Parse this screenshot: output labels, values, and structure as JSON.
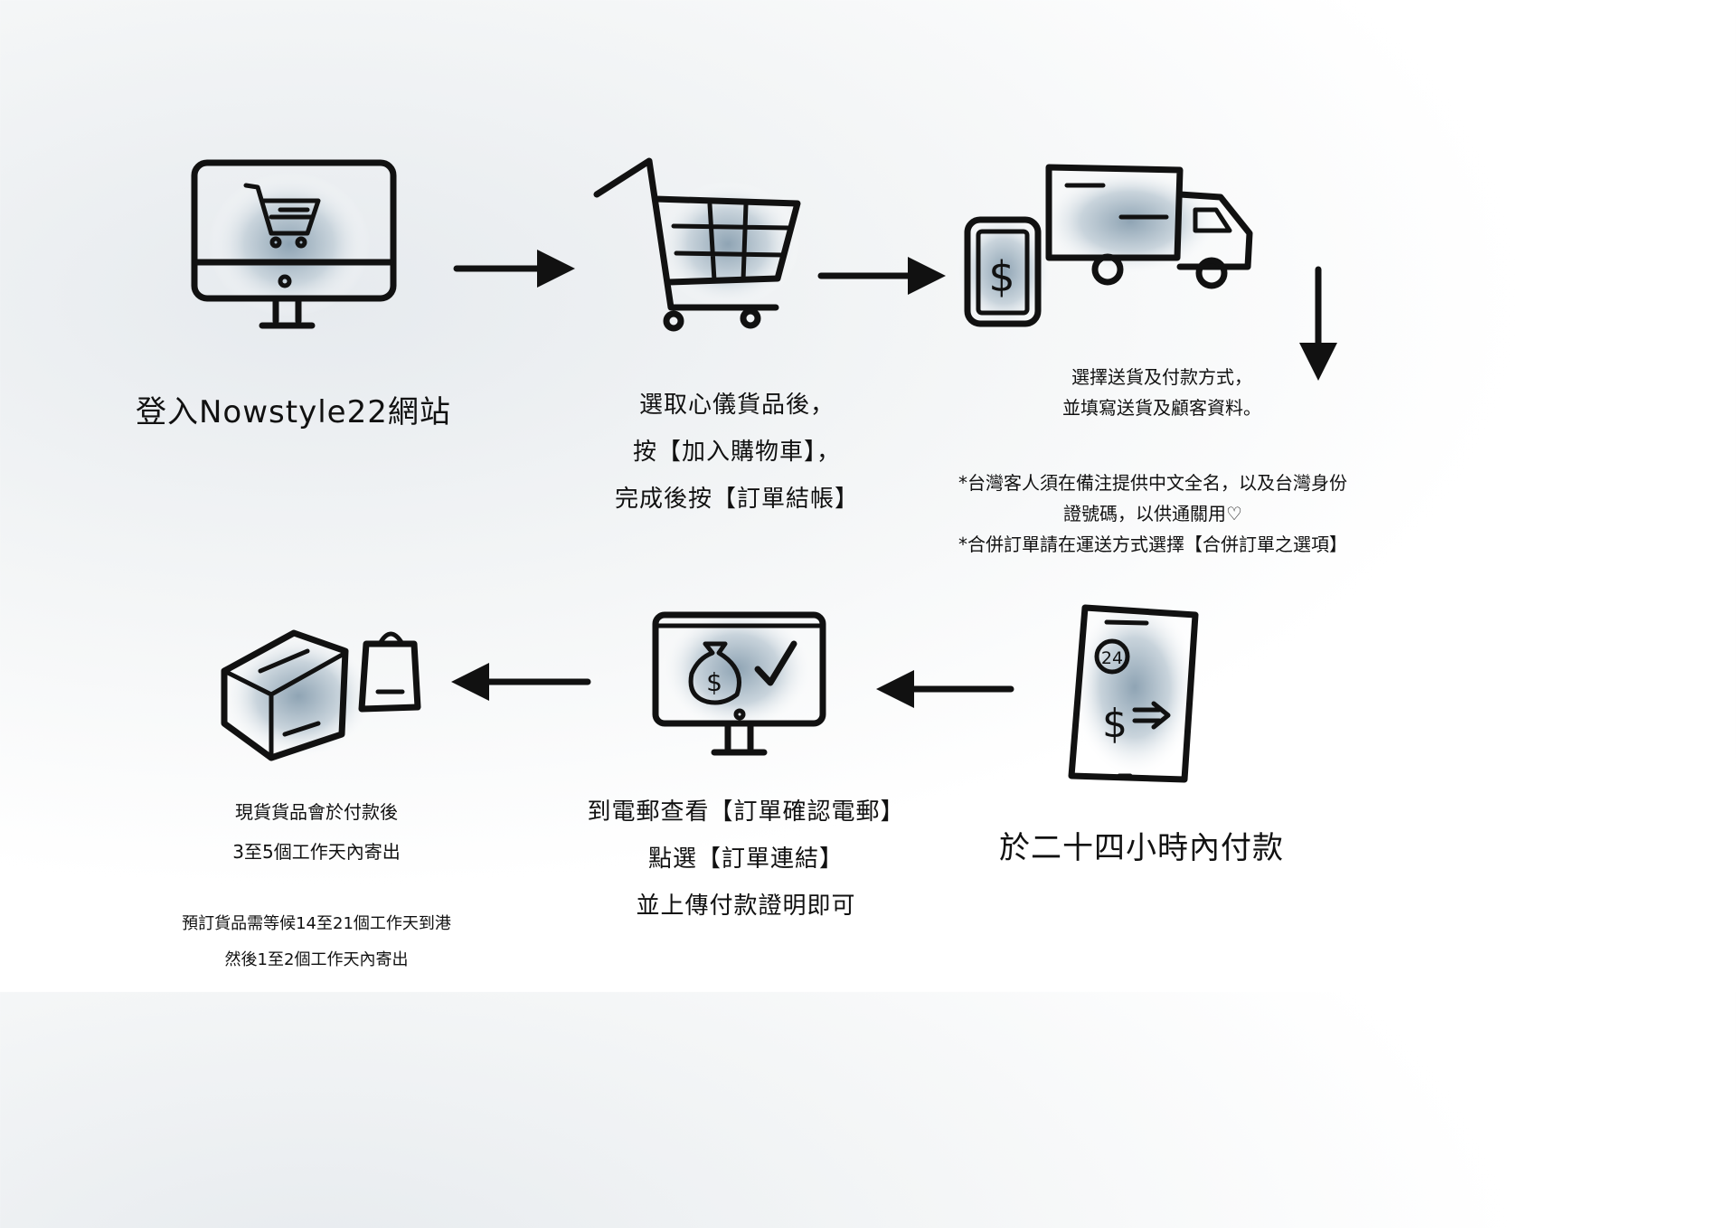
{
  "steps": [
    {
      "id": "login",
      "icon": "computer-cart-icon",
      "text": [
        "登入Nowstyle22網站"
      ]
    },
    {
      "id": "cart",
      "icon": "shopping-cart-icon",
      "text": [
        "選取心儀貨品後，",
        "按【加入購物車】，",
        "完成後按【訂單結帳】"
      ]
    },
    {
      "id": "shipping",
      "icon": "phone-and-truck-icon",
      "text": [
        "選擇送貨及付款方式，",
        "並填寫送貨及顧客資料。"
      ],
      "notes": [
        "*台灣客人須在備注提供中文全名，以及台灣身份",
        "證號碼，以供通關用♡",
        "*合併訂單請在運送方式選擇【合併訂單之選項】"
      ]
    },
    {
      "id": "pay",
      "icon": "phone-24h-payment-icon",
      "text": [
        "於二十四小時內付款"
      ]
    },
    {
      "id": "confirm",
      "icon": "computer-money-check-icon",
      "text": [
        "到電郵查看【訂單確認電郵】",
        "點選【訂單連結】",
        "並上傳付款證明即可"
      ]
    },
    {
      "id": "ship",
      "icon": "box-and-bag-icon",
      "text": [
        "現貨貨品會於付款後",
        "3至5個工作天內寄出"
      ],
      "notes": [
        "預訂貨品需等候14至21個工作天到港",
        "然後1至2個工作天內寄出"
      ]
    }
  ],
  "badge_24": "24",
  "dollar": "$"
}
